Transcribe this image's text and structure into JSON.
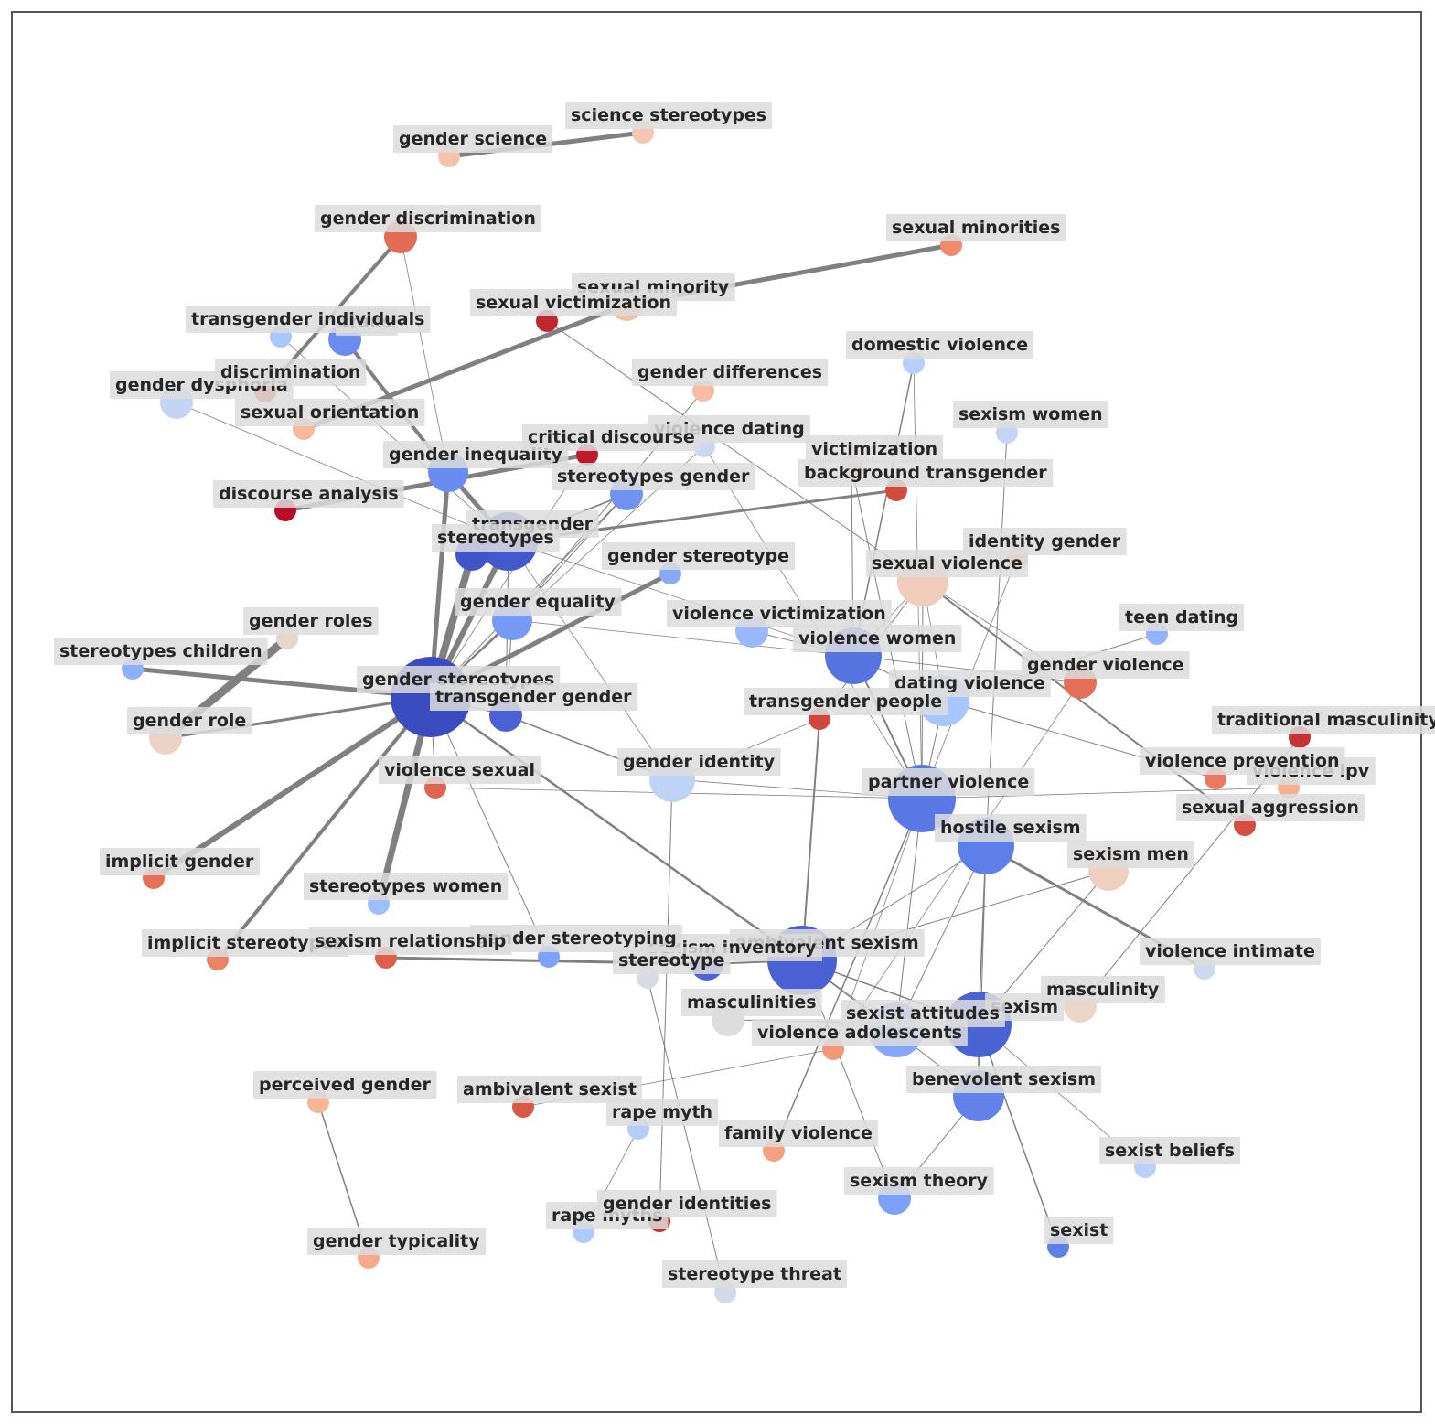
{
  "graph": {
    "edge_color": "#808080",
    "nodes": [
      {
        "id": "gender_stereotypes",
        "label": "gender stereotypes",
        "color": "#3b4cc0"
      },
      {
        "id": "transgender",
        "label": "transgender",
        "color": "#4358cb"
      },
      {
        "id": "stereotypes",
        "label": "stereotypes",
        "color": "#4055c8"
      },
      {
        "id": "transgender_gender",
        "label": "transgender gender",
        "color": "#4b62d6"
      },
      {
        "id": "ambivalent_sexism",
        "label": "ambivalent sexism",
        "color": "#4961d3"
      },
      {
        "id": "sexism",
        "label": "sexism",
        "color": "#4a63d3"
      },
      {
        "id": "sexism_inventory",
        "label": "sexism inventory",
        "color": "#4c64d6"
      },
      {
        "id": "violence_women",
        "label": "violence women",
        "color": "#5674e0"
      },
      {
        "id": "partner_violence",
        "label": "partner violence",
        "color": "#5978e3"
      },
      {
        "id": "hostile_sexism",
        "label": "hostile sexism",
        "color": "#5f7fe8"
      },
      {
        "id": "benevolent_sexism",
        "label": "benevolent sexism",
        "color": "#6282ea"
      },
      {
        "id": "sexist",
        "label": "sexist",
        "color": "#5f7fe8"
      },
      {
        "id": "gender_inequality",
        "label": "gender inequality",
        "color": "#6a8bef"
      },
      {
        "id": "trans",
        "label": "trans",
        "color": "#6a8bef"
      },
      {
        "id": "stereotypes_gender",
        "label": "stereotypes gender",
        "color": "#6f92f3"
      },
      {
        "id": "gender_equality",
        "label": "gender equality",
        "color": "#7699f6"
      },
      {
        "id": "sexism_theory",
        "label": "sexism theory",
        "color": "#7da0f9"
      },
      {
        "id": "gender_stereotyping",
        "label": "gender stereotyping",
        "color": "#7ea1fa"
      },
      {
        "id": "sexist_attitudes",
        "label": "sexist attitudes",
        "color": "#84a7fc"
      },
      {
        "id": "gender_stereotype",
        "label": "gender stereotype",
        "color": "#86a9fc"
      },
      {
        "id": "stereotypes_children",
        "label": "stereotypes children",
        "color": "#8caffe"
      },
      {
        "id": "teen_dating",
        "label": "teen dating",
        "color": "#92b4fe"
      },
      {
        "id": "violence_victimization",
        "label": "violence victimization",
        "color": "#9ab8ff"
      },
      {
        "id": "stereotypes_women",
        "label": "stereotypes women",
        "color": "#9ebeff"
      },
      {
        "id": "dating_violence",
        "label": "dating violence",
        "color": "#a7c5fe"
      },
      {
        "id": "transgender_individuals",
        "label": "transgender individuals",
        "color": "#aac7fd"
      },
      {
        "id": "rape_myths",
        "label": "rape myths",
        "color": "#aec9fc"
      },
      {
        "id": "rape_myth",
        "label": "rape myth",
        "color": "#b5cdfa"
      },
      {
        "id": "domestic_violence",
        "label": "domestic violence",
        "color": "#b7cff9"
      },
      {
        "id": "sexist_beliefs",
        "label": "sexist beliefs",
        "color": "#bad0f8"
      },
      {
        "id": "gender_identity",
        "label": "gender identity",
        "color": "#bfd3f6"
      },
      {
        "id": "gender_dysphoria",
        "label": "gender dysphoria",
        "color": "#c3d5f4"
      },
      {
        "id": "sexism_women",
        "label": "sexism women",
        "color": "#c4d5f3"
      },
      {
        "id": "violence_dating",
        "label": "violence dating",
        "color": "#c9d7f0"
      },
      {
        "id": "violence_intimate",
        "label": "violence intimate",
        "color": "#cdd9ec"
      },
      {
        "id": "stereotype_threat",
        "label": "stereotype threat",
        "color": "#d1dae9"
      },
      {
        "id": "stereotype",
        "label": "stereotype",
        "color": "#d8dce2"
      },
      {
        "id": "masculinities",
        "label": "masculinities",
        "color": "#ddddde"
      },
      {
        "id": "gender_roles",
        "label": "gender roles",
        "color": "#e8d6cc"
      },
      {
        "id": "masculinity",
        "label": "masculinity",
        "color": "#ead5c9"
      },
      {
        "id": "gender_role",
        "label": "gender role",
        "color": "#ecd3c5"
      },
      {
        "id": "sexism_men",
        "label": "sexism men",
        "color": "#efcfbf"
      },
      {
        "id": "sexual_violence",
        "label": "sexual violence",
        "color": "#f0cdbb"
      },
      {
        "id": "science_stereotypes",
        "label": "science stereotypes",
        "color": "#f3c7b1"
      },
      {
        "id": "gender_science",
        "label": "gender science",
        "color": "#f5c2aa"
      },
      {
        "id": "victimization",
        "label": "victimization",
        "color": "#f5c0a7"
      },
      {
        "id": "sexual_minority",
        "label": "sexual minority",
        "color": "#f6bea4"
      },
      {
        "id": "gender_differences",
        "label": "gender differences",
        "color": "#f6bda2"
      },
      {
        "id": "sexual_orientation",
        "label": "sexual orientation",
        "color": "#f7b89c"
      },
      {
        "id": "perceived_gender",
        "label": "perceived gender",
        "color": "#f7b497"
      },
      {
        "id": "violence_ipv",
        "label": "violence ipv",
        "color": "#f7af91"
      },
      {
        "id": "gender_typicality",
        "label": "gender typicality",
        "color": "#f6a98b"
      },
      {
        "id": "family_violence",
        "label": "family violence",
        "color": "#f5a081"
      },
      {
        "id": "identity_gender",
        "label": "identity gender",
        "color": "#f39c7c"
      },
      {
        "id": "violence_adolescents",
        "label": "violence adolescents",
        "color": "#f39778"
      },
      {
        "id": "sexual_minorities",
        "label": "sexual minorities",
        "color": "#f08a6c"
      },
      {
        "id": "implicit_stereotypes",
        "label": "implicit stereotypes",
        "color": "#ed8366"
      },
      {
        "id": "violence_prevention",
        "label": "violence prevention",
        "color": "#e97a5f"
      },
      {
        "id": "implicit_gender",
        "label": "implicit gender",
        "color": "#e57058"
      },
      {
        "id": "gender_violence",
        "label": "gender violence",
        "color": "#e46e56"
      },
      {
        "id": "gender_discrimination",
        "label": "gender discrimination",
        "color": "#e36c55"
      },
      {
        "id": "violence_sexual",
        "label": "violence sexual",
        "color": "#e0654f"
      },
      {
        "id": "sexism_relationship",
        "label": "sexism relationship",
        "color": "#dd5f4b"
      },
      {
        "id": "ambivalent_sexist",
        "label": "ambivalent sexist",
        "color": "#d95847"
      },
      {
        "id": "sexual_aggression",
        "label": "sexual aggression",
        "color": "#d44e41"
      },
      {
        "id": "background_transgender",
        "label": "background transgender",
        "color": "#d24b40"
      },
      {
        "id": "discrimination",
        "label": "discrimination",
        "color": "#d0473d"
      },
      {
        "id": "transgender_people",
        "label": "transgender people",
        "color": "#d0473d"
      },
      {
        "id": "traditional_masculinity",
        "label": "traditional masculinity",
        "color": "#c53334"
      },
      {
        "id": "gender_identities",
        "label": "gender identities",
        "color": "#c32e31"
      },
      {
        "id": "sexual_victimization",
        "label": "sexual victimization",
        "color": "#c0282f"
      },
      {
        "id": "critical_discourse",
        "label": "critical discourse",
        "color": "#bb1b2c"
      },
      {
        "id": "discourse_analysis",
        "label": "discourse analysis",
        "color": "#b70d28"
      }
    ]
  }
}
